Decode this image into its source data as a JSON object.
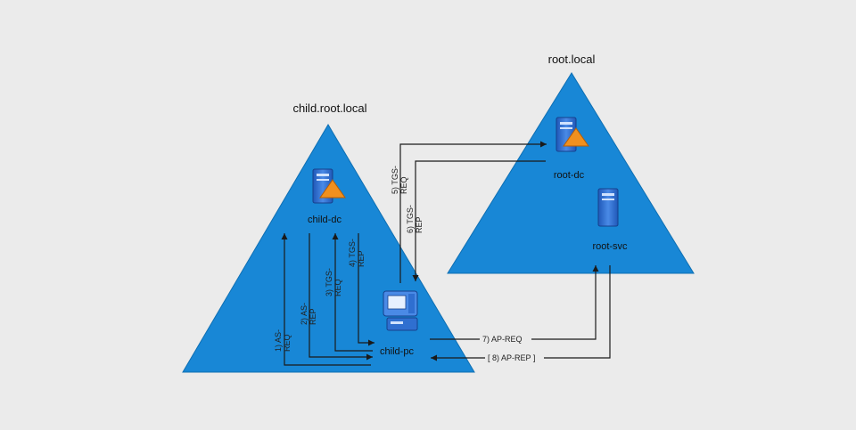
{
  "diagram": {
    "domains": [
      {
        "id": "child",
        "label": "child.root.local"
      },
      {
        "id": "root",
        "label": "root.local"
      }
    ],
    "nodes": {
      "child_dc": "child-dc",
      "root_dc": "root-dc",
      "root_svc": "root-svc",
      "child_pc": "child-pc"
    },
    "messages": {
      "m1": [
        "1) AS-",
        "REQ"
      ],
      "m2": [
        "2) AS-",
        "REP"
      ],
      "m3": [
        "3) TGS-",
        "REQ"
      ],
      "m4": [
        "4) TGS-",
        "REP"
      ],
      "m5": [
        "5) TGS-",
        "REQ"
      ],
      "m6": [
        "6) TGS-",
        "REP"
      ],
      "m7": "7) AP-REQ",
      "m8": "[ 8) AP-REP ]"
    },
    "colors": {
      "background": "#ebebeb",
      "triangle": "#1887d6",
      "triangle_stroke": "#0e6fb3",
      "server": "#2f6fd0",
      "warning": "#f0901e"
    }
  }
}
